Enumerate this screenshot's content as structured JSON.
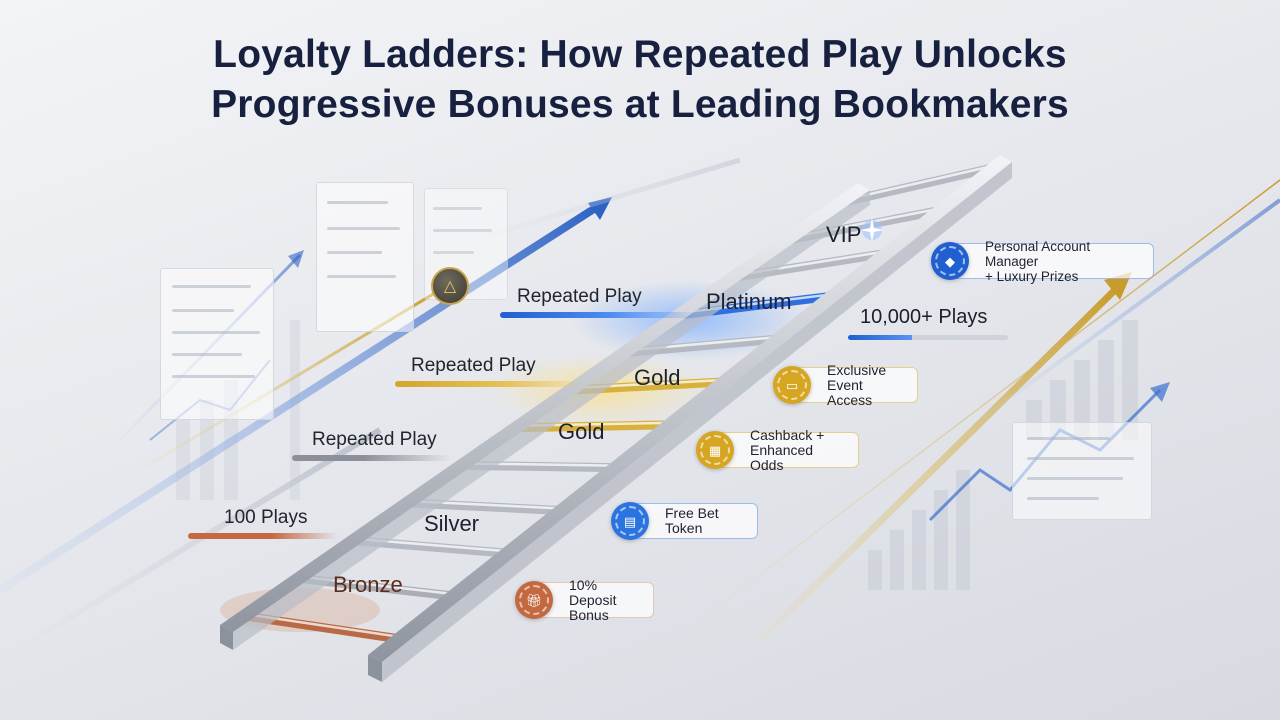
{
  "title": {
    "line1": "Loyalty Ladders: How Repeated Play Unlocks",
    "line2": "Progressive Bonuses at Leading Bookmakers"
  },
  "progress_labels": [
    {
      "text": "100 Plays",
      "color": "#c4683f"
    },
    {
      "text": "Repeated Play",
      "color": "#8d9098"
    },
    {
      "text": "Repeated Play",
      "color": "#d2a62a"
    },
    {
      "text": "Repeated Play",
      "color": "#1f5fd0"
    }
  ],
  "tiers": {
    "bronze": "Bronze",
    "silver": "Silver",
    "gold_lower": "Gold",
    "gold_upper": "Gold",
    "platinum": "Platinum",
    "vip": "VIP"
  },
  "milestone": {
    "text": "10,000+ Plays",
    "progress": 0.4
  },
  "rewards": [
    {
      "text": "10% Deposit\nBonus",
      "icon": "gift-icon",
      "color": "#c4683f"
    },
    {
      "text": "Free Bet\nToken",
      "icon": "ticket-icon",
      "color": "#2b74e0"
    },
    {
      "text": "Cashback +\nEnhanced Odds",
      "icon": "cash-icon",
      "color": "#d6a521"
    },
    {
      "text": "Exclusive\nEvent Access",
      "icon": "ticket-icon",
      "color": "#d6a521"
    },
    {
      "text": "Personal Account Manager\n+ Luxury Prizes",
      "icon": "diamond-icon",
      "color": "#1f5fd0"
    }
  ],
  "colors": {
    "bronze": "#b86a45",
    "silver": "#a9adb6",
    "gold": "#d8b13c",
    "platinum": "#2f6fe0",
    "title": "#17213f"
  }
}
